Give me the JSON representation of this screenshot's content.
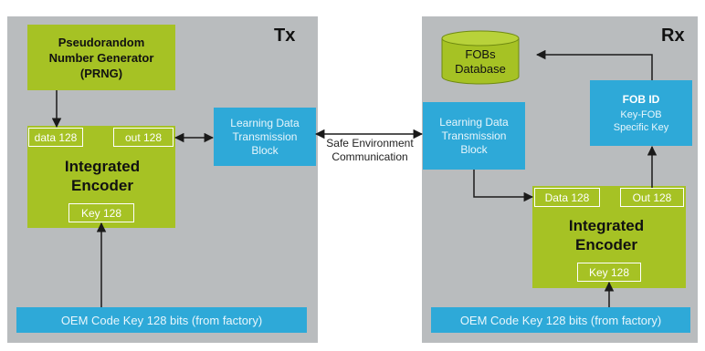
{
  "tx": {
    "title": "Tx",
    "prng": "Pseudorandom Number Generator (PRNG)",
    "encoder": {
      "data_port": "data 128",
      "out_port": "out 128",
      "label": "Integrated Encoder",
      "key_port": "Key 128"
    },
    "learning_block": "Learning Data Transmission Block",
    "oem_key": "OEM Code Key 128 bits (from factory)"
  },
  "channel": {
    "label": "Safe Environment Communication"
  },
  "rx": {
    "title": "Rx",
    "database": "FOBs Database",
    "fob_id": {
      "title": "FOB ID",
      "subtitle": "Key-FOB Specific Key"
    },
    "learning_block": "Learning Data Transmission Block",
    "encoder": {
      "data_port": "Data 128",
      "out_port": "Out 128",
      "label": "Integrated Encoder",
      "key_port": "Key 128"
    },
    "oem_key": "OEM Code Key 128 bits (from factory)"
  },
  "colors": {
    "panel": "#b9bcbe",
    "green": "#a6c224",
    "blue": "#2ea9d8"
  }
}
